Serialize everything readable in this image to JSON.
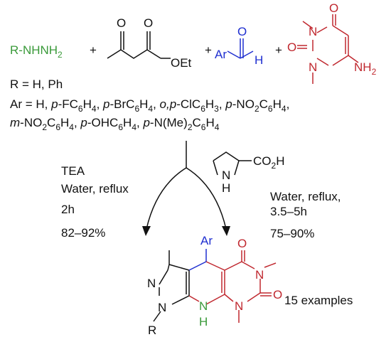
{
  "colors": {
    "hydrazine": "#3a9a3a",
    "aldehyde": "#1f2fd0",
    "uracil": "#c0282f",
    "text": "#111111"
  },
  "reactants": {
    "hydrazine": "R-NHNH2",
    "plus": "+",
    "ketoester_o1": "O",
    "ketoester_o2": "O",
    "ketoester_oet": "OEt",
    "aldehyde_o": "O",
    "aldehyde_ar": "Ar",
    "aldehyde_h": "H",
    "uracil_o_top": "O",
    "uracil_o_left": "O",
    "uracil_n1": "N",
    "uracil_n2": "N",
    "uracil_nh2": "NH2"
  },
  "substituents": {
    "r_line": "R = H, Ph",
    "ar_line1": "Ar = H, p-FC6H4, p-BrC6H4, o,p-ClC6H3, p-NO2C6H4,",
    "ar_line2": "m-NO2C6H4, p-OHC6H4, p-N(Me)2C6H4"
  },
  "left_conditions": {
    "catalyst": "TEA",
    "solvent": "Water, reflux",
    "time": "2h",
    "yield": "82–92%"
  },
  "right_conditions": {
    "catalyst_label": "CO2H",
    "catalyst_nh": "N H",
    "solvent": "Water, reflux,",
    "time": "3.5–5h",
    "yield": "75–90%"
  },
  "product": {
    "ar": "Ar",
    "o_top": "O",
    "o_right": "O",
    "n_pyrazole": "N",
    "n_r": "N",
    "r": "R",
    "nh": "H",
    "n_mid": "N",
    "n_bottom": "N",
    "n_top_right": "N",
    "examples": "15 examples"
  }
}
